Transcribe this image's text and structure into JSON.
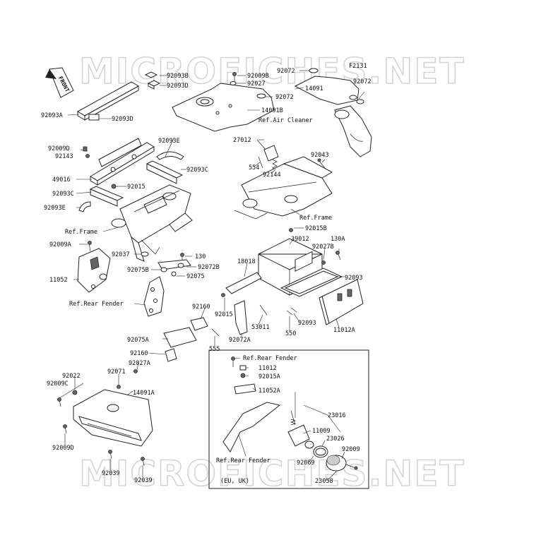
{
  "watermark": "MICROFICHES.NET",
  "figure_code": "F2131",
  "front_tag": "FRONT",
  "labels": [
    {
      "id": "92093B",
      "text": "92093B"
    },
    {
      "id": "92093D_top",
      "text": "92093D"
    },
    {
      "id": "92093A",
      "text": "92093A"
    },
    {
      "id": "92093D_mid",
      "text": "92093D"
    },
    {
      "id": "92093E_right",
      "text": "92093E"
    },
    {
      "id": "92009D_left",
      "text": "92009D"
    },
    {
      "id": "92143",
      "text": "92143"
    },
    {
      "id": "92093C_right",
      "text": "92093C"
    },
    {
      "id": "49016",
      "text": "49016"
    },
    {
      "id": "92015_mid",
      "text": "92015"
    },
    {
      "id": "92093C_left",
      "text": "92093C"
    },
    {
      "id": "92093E_left",
      "text": "92093E"
    },
    {
      "id": "ref_frame_left",
      "text": "Ref.Frame"
    },
    {
      "id": "92009A",
      "text": "92009A"
    },
    {
      "id": "92037",
      "text": "92037"
    },
    {
      "id": "130",
      "text": "130"
    },
    {
      "id": "92072B",
      "text": "92072B"
    },
    {
      "id": "92075B",
      "text": "92075B"
    },
    {
      "id": "92075",
      "text": "92075"
    },
    {
      "id": "11052",
      "text": "11052"
    },
    {
      "id": "ref_rear_fender_left",
      "text": "Ref.Rear Fender"
    },
    {
      "id": "92009B",
      "text": "92009B"
    },
    {
      "id": "92027_top",
      "text": "92027"
    },
    {
      "id": "92072_top",
      "text": "92072"
    },
    {
      "id": "92072_mid",
      "text": "92072"
    },
    {
      "id": "14091",
      "text": "14091"
    },
    {
      "id": "92072_right",
      "text": "92072"
    },
    {
      "id": "14091B",
      "text": "14091B"
    },
    {
      "id": "ref_air_cleaner",
      "text": "Ref.Air Cleaner"
    },
    {
      "id": "27012",
      "text": "27012"
    },
    {
      "id": "554",
      "text": "554"
    },
    {
      "id": "92144",
      "text": "92144"
    },
    {
      "id": "92043",
      "text": "92043"
    },
    {
      "id": "ref_frame_right",
      "text": "Ref.Frame"
    },
    {
      "id": "92015B",
      "text": "92015B"
    },
    {
      "id": "39012",
      "text": "39012"
    },
    {
      "id": "130A",
      "text": "130A"
    },
    {
      "id": "92027B",
      "text": "92027B"
    },
    {
      "id": "18018",
      "text": "18018"
    },
    {
      "id": "92093_right",
      "text": "92093"
    },
    {
      "id": "92160_top",
      "text": "92160"
    },
    {
      "id": "92015_low",
      "text": "92015"
    },
    {
      "id": "53011",
      "text": "53011"
    },
    {
      "id": "92093_low",
      "text": "92093"
    },
    {
      "id": "550",
      "text": "550"
    },
    {
      "id": "11012A",
      "text": "11012A"
    },
    {
      "id": "92072A",
      "text": "92072A"
    },
    {
      "id": "92075A",
      "text": "92075A"
    },
    {
      "id": "555",
      "text": "555"
    },
    {
      "id": "92160_low",
      "text": "92160"
    },
    {
      "id": "92027A",
      "text": "92027A"
    },
    {
      "id": "92022",
      "text": "92022"
    },
    {
      "id": "92071",
      "text": "92071"
    },
    {
      "id": "92009C",
      "text": "92009C"
    },
    {
      "id": "14091A",
      "text": "14091A"
    },
    {
      "id": "92009D_low",
      "text": "92009D"
    },
    {
      "id": "92039_left",
      "text": "92039"
    },
    {
      "id": "92039_right",
      "text": "92039"
    },
    {
      "id": "ref_rear_fender_box",
      "text": "Ref.Rear Fender"
    },
    {
      "id": "11012",
      "text": "11012"
    },
    {
      "id": "92015A",
      "text": "92015A"
    },
    {
      "id": "11052A",
      "text": "11052A"
    },
    {
      "id": "23016",
      "text": "23016"
    },
    {
      "id": "11009",
      "text": "11009"
    },
    {
      "id": "23026",
      "text": "23026"
    },
    {
      "id": "92009_box",
      "text": "92009"
    },
    {
      "id": "ref_rear_fender_box2",
      "text": "Ref.Rear Fender"
    },
    {
      "id": "92069",
      "text": "92069"
    },
    {
      "id": "eu_uk",
      "text": "(EU, UK)"
    },
    {
      "id": "23058",
      "text": "23058"
    }
  ]
}
